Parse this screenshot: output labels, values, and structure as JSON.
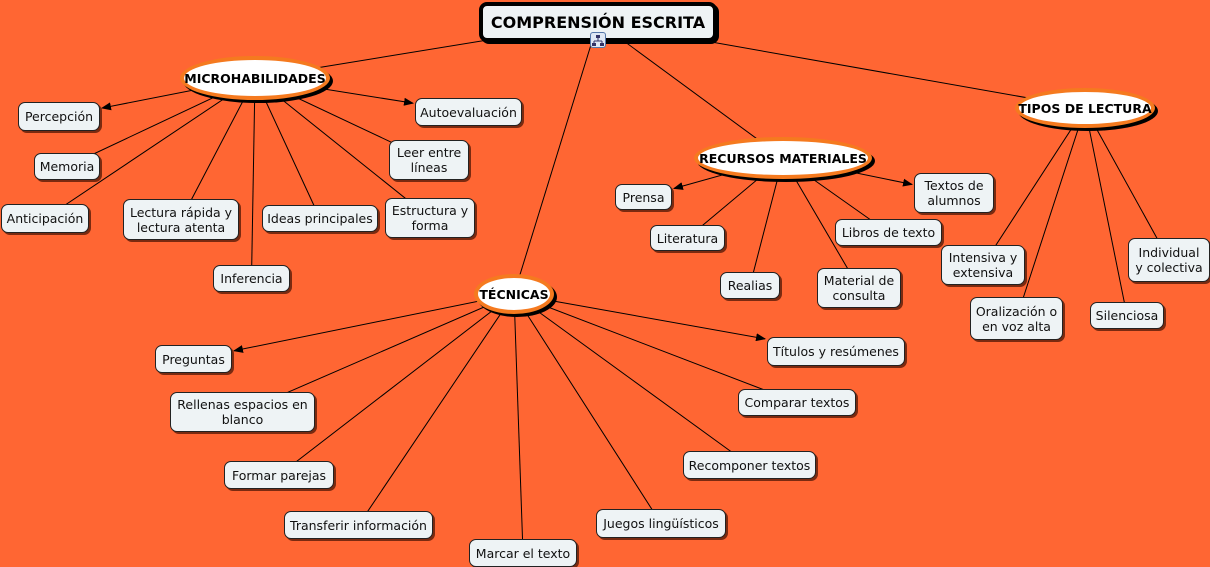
{
  "root": {
    "id": "root",
    "label": "COMPRENSIÓN ESCRITA"
  },
  "concepts": [
    {
      "id": "micro",
      "label": "MICROHABILIDADES"
    },
    {
      "id": "recursos",
      "label": "RECURSOS MATERIALES"
    },
    {
      "id": "tipos",
      "label": "TIPOS DE LECTURA"
    },
    {
      "id": "tecnicas",
      "label": "TÉCNICAS"
    }
  ],
  "leaves": [
    {
      "id": "percepcion",
      "parent": "micro",
      "label": "Percepción",
      "arrow": true
    },
    {
      "id": "memoria",
      "parent": "micro",
      "label": "Memoria"
    },
    {
      "id": "anticipacion",
      "parent": "micro",
      "label": "Anticipación"
    },
    {
      "id": "lectura",
      "parent": "micro",
      "label": "Lectura rápida y lectura atenta"
    },
    {
      "id": "ideas",
      "parent": "micro",
      "label": "Ideas principales"
    },
    {
      "id": "inferencia",
      "parent": "micro",
      "label": "Inferencia"
    },
    {
      "id": "leer",
      "parent": "micro",
      "label": "Leer entre líneas"
    },
    {
      "id": "estructura",
      "parent": "micro",
      "label": "Estructura y forma"
    },
    {
      "id": "autoeval",
      "parent": "micro",
      "label": "Autoevaluación",
      "arrow": true
    },
    {
      "id": "prensa",
      "parent": "recursos",
      "label": "Prensa",
      "arrow": true
    },
    {
      "id": "literatura",
      "parent": "recursos",
      "label": "Literatura"
    },
    {
      "id": "realias",
      "parent": "recursos",
      "label": "Realias"
    },
    {
      "id": "material",
      "parent": "recursos",
      "label": "Material de consulta"
    },
    {
      "id": "libros",
      "parent": "recursos",
      "label": "Libros de texto"
    },
    {
      "id": "textosal",
      "parent": "recursos",
      "label": "Textos de alumnos",
      "arrow": true
    },
    {
      "id": "intensiva",
      "parent": "tipos",
      "label": "Intensiva y extensiva"
    },
    {
      "id": "oralizacion",
      "parent": "tipos",
      "label": "Oralización o en voz alta"
    },
    {
      "id": "silenciosa",
      "parent": "tipos",
      "label": "Silenciosa"
    },
    {
      "id": "individual",
      "parent": "tipos",
      "label": "Individual y colectiva"
    },
    {
      "id": "preguntas",
      "parent": "tecnicas",
      "label": "Preguntas",
      "arrow": true
    },
    {
      "id": "rellenas",
      "parent": "tecnicas",
      "label": "Rellenas espacios en blanco"
    },
    {
      "id": "formar",
      "parent": "tecnicas",
      "label": "Formar parejas"
    },
    {
      "id": "transferir",
      "parent": "tecnicas",
      "label": "Transferir información"
    },
    {
      "id": "marcar",
      "parent": "tecnicas",
      "label": "Marcar el texto"
    },
    {
      "id": "juegos",
      "parent": "tecnicas",
      "label": "Juegos lingüísticos"
    },
    {
      "id": "recomponer",
      "parent": "tecnicas",
      "label": "Recomponer textos"
    },
    {
      "id": "comparar",
      "parent": "tecnicas",
      "label": "Comparar textos"
    },
    {
      "id": "titulos",
      "parent": "tecnicas",
      "label": "Títulos y resúmenes",
      "arrow": true
    }
  ],
  "colors": {
    "background": "#FF6633",
    "ellipse_border": "#F57A1F",
    "node_fill": "#EEF3F5"
  }
}
